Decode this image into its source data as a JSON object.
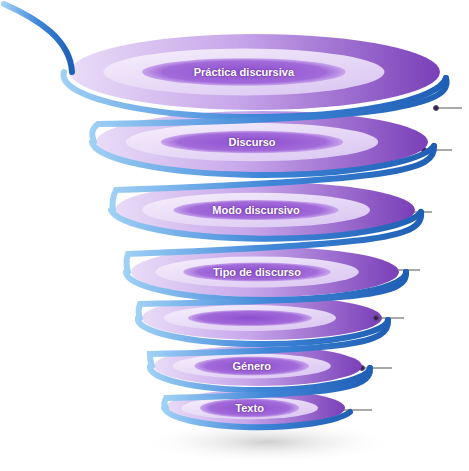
{
  "diagram": {
    "nodes": [
      {
        "text": [
          "Práctica discursiva"
        ]
      },
      {
        "text": [
          "Discurso"
        ]
      },
      {
        "text": [
          "Modo discursivo"
        ]
      },
      {
        "text": [
          "Tipo de discurso"
        ]
      },
      {
        "text": [
          "Género"
        ]
      },
      {
        "text": [
          "Texto"
        ]
      }
    ]
  }
}
